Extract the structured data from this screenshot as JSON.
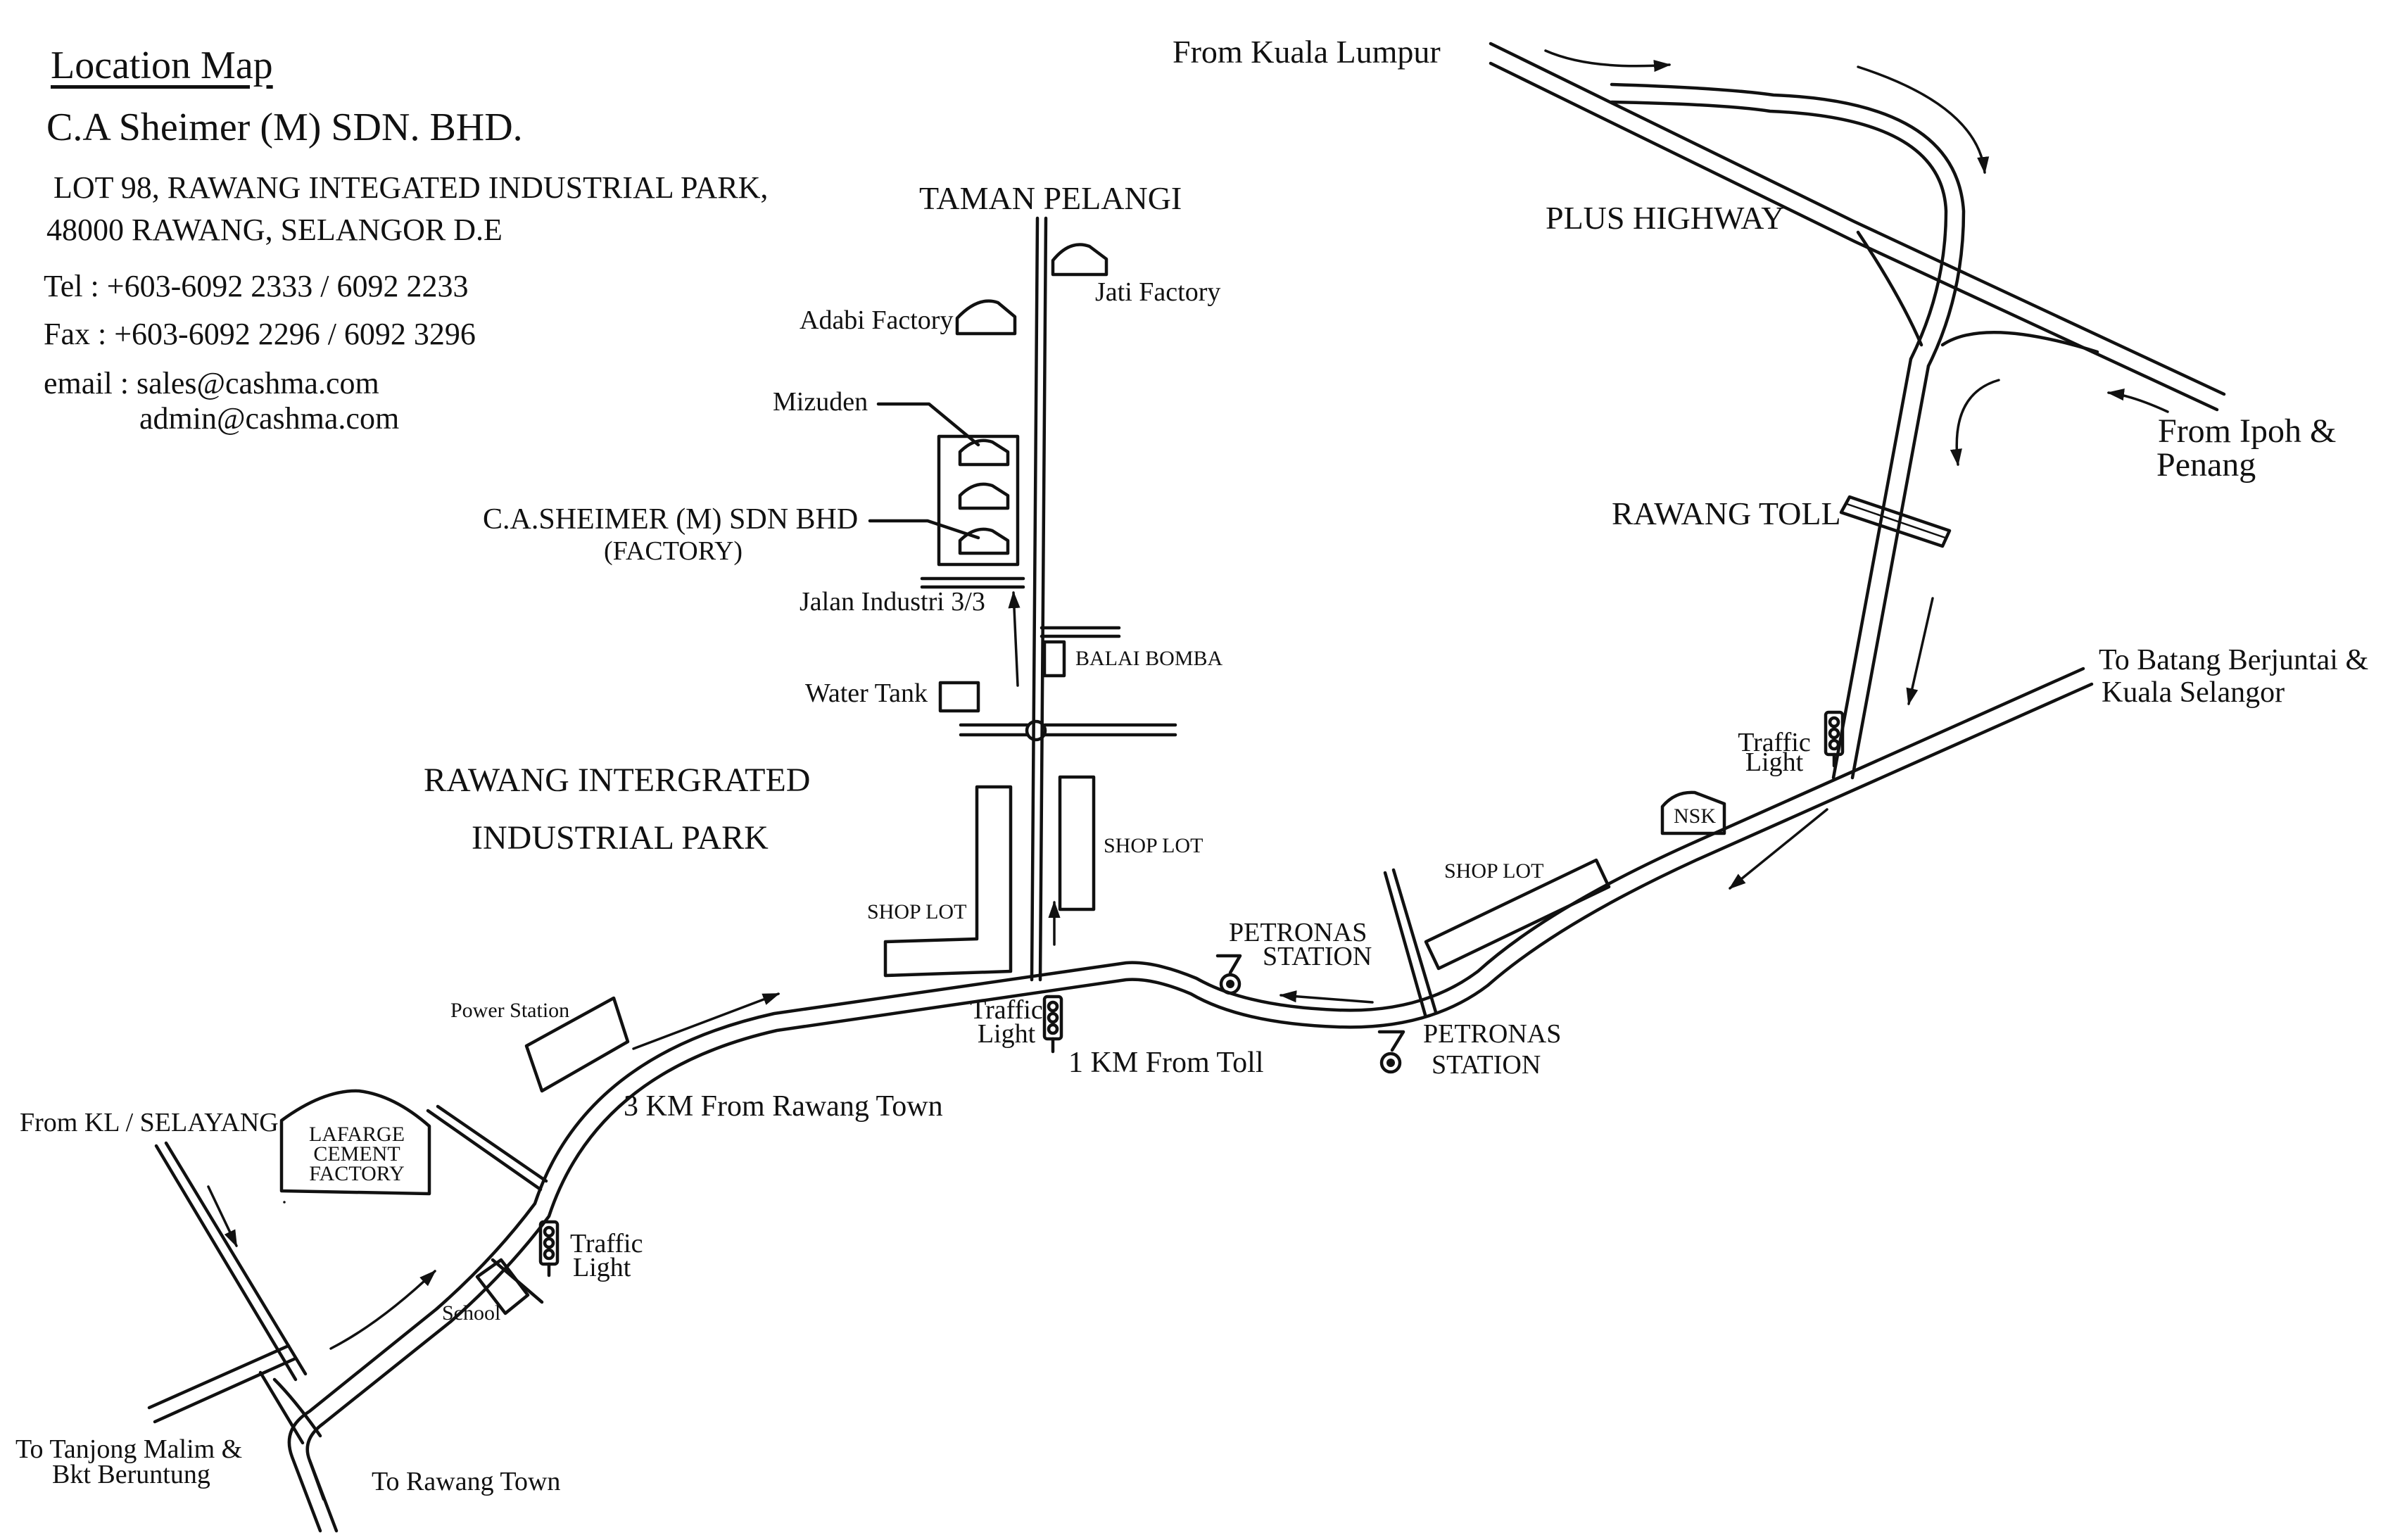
{
  "header": {
    "title": "Location Map",
    "company": "C.A Sheimer (M) SDN. BHD.",
    "address_line1": "LOT 98, RAWANG INTEGATED INDUSTRIAL PARK,",
    "address_line2": "48000 RAWANG, SELANGOR D.E",
    "tel": "Tel : +603-6092 2333 / 6092 2233",
    "fax": "Fax : +603-6092 2296 / 6092 3296",
    "email_line1": "email : sales@cashma.com",
    "email_line2": "admin@cashma.com"
  },
  "labels": {
    "from_kuala_lumpur": "From Kuala Lumpur",
    "plus_highway": "PLUS HIGHWAY",
    "from_ipoh_1": "From   Ipoh &",
    "from_ipoh_2": "Penang",
    "rawang_toll": "RAWANG TOLL",
    "to_batang_1": "To Batang Berjuntai &",
    "to_batang_2": "Kuala Selangor",
    "traffic": "Traffic",
    "light": "Light",
    "nsk": "NSK",
    "shop_lot": "SHOP LOT",
    "petronas": "PETRONAS",
    "station": "STATION",
    "one_km_from_toll": "1 KM From Toll",
    "three_km_from_town": "3 KM From Rawang Town",
    "taman_pelangi": "TAMAN PELANGI",
    "jati_factory": "Jati Factory",
    "adabi_factory": "Adabi Factory",
    "mizuden": "Mizuden",
    "cas_factory_1": "C.A.SHEIMER (M) SDN BHD",
    "cas_factory_2": "(FACTORY)",
    "jalan_industri": "Jalan Industri 3/3",
    "balai_bomba": "BALAI BOMBA",
    "water_tank": "Water Tank",
    "park_1": "RAWANG INTERGRATED",
    "park_2": "INDUSTRIAL PARK",
    "power_station": "Power Station",
    "lafarge_1": "LAFARGE",
    "lafarge_2": "CEMENT",
    "lafarge_3": "FACTORY",
    "from_kl_selayang": "From KL / SELAYANG",
    "school": "School",
    "to_tanjong_1": "To Tanjong Malim &",
    "to_tanjong_2": "Bkt Beruntung",
    "to_rawang_town": "To  Rawang Town"
  }
}
